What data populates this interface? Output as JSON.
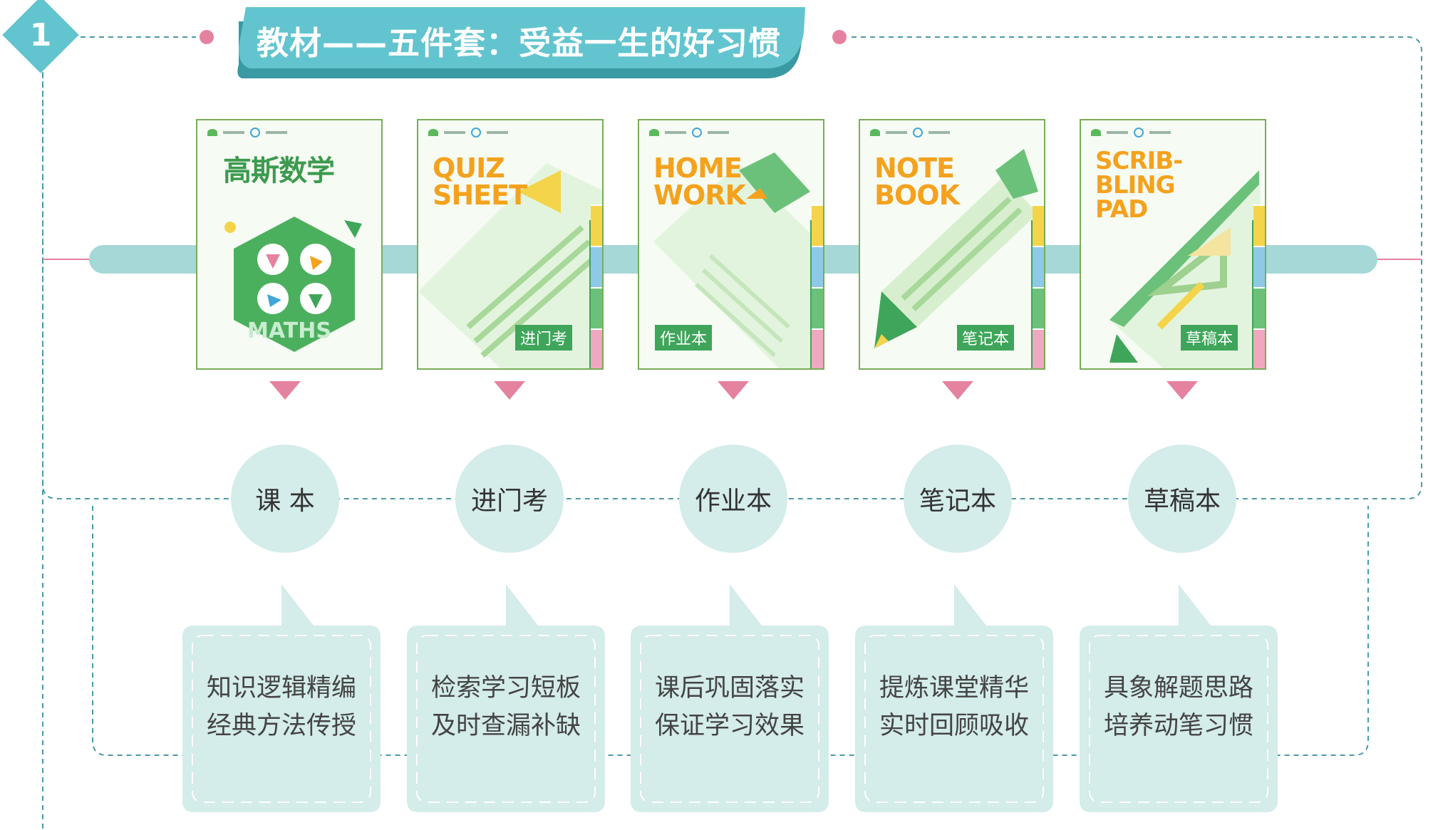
{
  "header": {
    "step_number": "1",
    "title": "教材——五件套：受益一生的好习惯"
  },
  "colors": {
    "teal": "#62c4cf",
    "banner_shadow": "#3a9aa3",
    "pink": "#e5829f",
    "track": "#a5d8d6",
    "bubble": "#d4ecea",
    "green": "#3fa55a"
  },
  "items": [
    {
      "cover_title": "高斯数学",
      "cover_extra": "MATHS",
      "tag": "",
      "label": "课  本",
      "description": "知识逻辑精编\n经典方法传授"
    },
    {
      "cover_title": "QUIZ\nSHEET",
      "tag": "进门考",
      "label": "进门考",
      "description": "检索学习短板\n及时查漏补缺"
    },
    {
      "cover_title": "HOME\nWORK",
      "tag": "作业本",
      "label": "作业本",
      "description": "课后巩固落实\n保证学习效果"
    },
    {
      "cover_title": "NOTE\nBOOK",
      "tag": "笔记本",
      "label": "笔记本",
      "description": "提炼课堂精华\n实时回顾吸收"
    },
    {
      "cover_title": "SCRIB-\nBLING\nPAD",
      "tag": "草稿本",
      "label": "草稿本",
      "description": "具象解题思路\n培养动笔习惯"
    }
  ]
}
